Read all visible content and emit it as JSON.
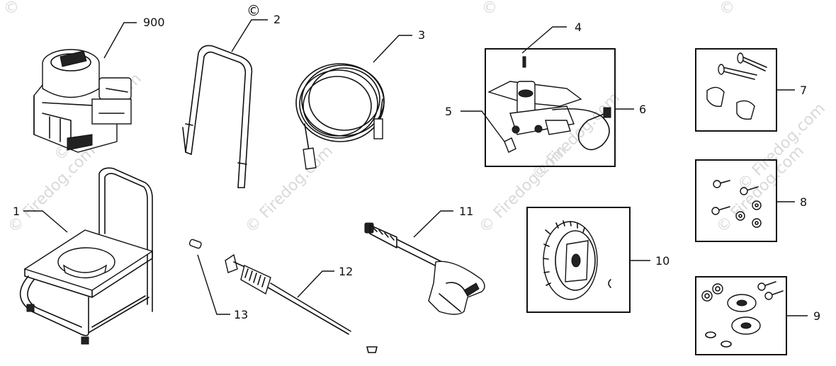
{
  "callouts": {
    "c900": "900",
    "c1": "1",
    "c2": "2",
    "c3": "3",
    "c4": "4",
    "c5": "5",
    "c6": "6",
    "c7": "7",
    "c8": "8",
    "c9": "9",
    "c10": "10",
    "c11": "11",
    "c12": "12",
    "c13": "13"
  },
  "watermark": {
    "text": "© Firedog.com",
    "copyright_symbol": "©"
  },
  "colors": {
    "line": "#111111",
    "background": "#ffffff",
    "watermark": "#d9d9d9"
  }
}
